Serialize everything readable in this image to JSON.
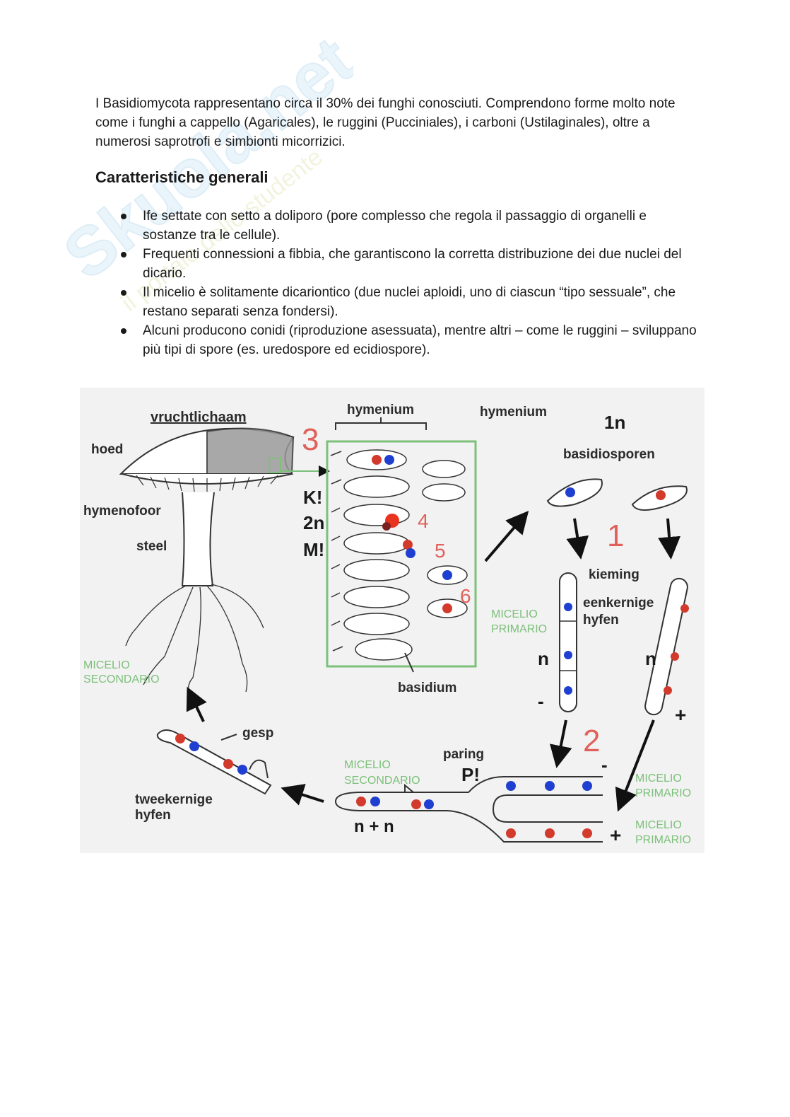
{
  "document": {
    "intro": "I Basidiomycota rappresentano circa il 30% dei funghi conosciuti. Comprendono forme molto note come i funghi a cappello (Agaricales), le ruggini (Pucciniales), i carboni (Ustilaginales), oltre a numerosi saprotrofi e simbionti micorrizici.",
    "heading": "Caratteristiche generali",
    "bullets": [
      "Ife settate con setto a doliporo (pore complesso che regola il passaggio di organelli e sostanze tra le cellule).",
      "Frequenti connessioni a fibbia, che garantiscono la corretta distribuzione dei due nuclei del dicario.",
      "Il micelio è solitamente dicariontico (due nuclei aploidi, uno di ciascun “tipo sessuale”, che restano separati senza fondersi).",
      "Alcuni producono conidi (riproduzione asessuata), mentre altri – come le ruggini – sviluppano più tipi di spore (es. uredospore ed ecidiospore)."
    ]
  },
  "watermark": {
    "brand": "Skuola.net",
    "tagline": "il portale dello studente"
  },
  "diagram": {
    "labels": {
      "vruchtlichaam": "vruchtlichaam",
      "hoed": "hoed",
      "hymenofoor": "hymenofoor",
      "steel": "steel",
      "hymenium_a": "hymenium",
      "hymenium_b": "hymenium",
      "one_n": "1n",
      "basidiosporen": "basidiosporen",
      "k": "K!",
      "two_n": "2n",
      "m": "M!",
      "kieming": "kieming",
      "eenkernige": "eenkernige",
      "hyfen": "hyfen",
      "basidium": "basidium",
      "n_left": "n",
      "n_right": "n",
      "minus_left": "-",
      "plus_right": "+",
      "gesp": "gesp",
      "paring": "paring",
      "p": "P!",
      "tweekernige": "tweekernige",
      "hyfen2": "hyfen",
      "n_plus_n": "n + n",
      "minus_mating": "-",
      "plus_mating": "+"
    },
    "green_labels": {
      "micelio_secondario_left_1": "MICELIO",
      "micelio_secondario_left_2": "SECONDARIO",
      "micelio_primario_mid_1": "MICELIO",
      "micelio_primario_mid_2": "PRIMARIO",
      "micelio_secondario_bottom_1": "MICELIO",
      "micelio_secondario_bottom_2": "SECONDARIO",
      "micelio_primario_right_1": "MICELIO",
      "micelio_primario_right_2": "PRIMARIO",
      "micelio_primario_right2_1": "MICELIO",
      "micelio_primario_right2_2": "PRIMARIO"
    },
    "step_numbers": {
      "s1": "1",
      "s2": "2",
      "s3": "3",
      "s4": "4",
      "s5": "5",
      "s6": "6"
    },
    "colors": {
      "nucleus_blue": "#1f3fd0",
      "nucleus_red": "#d23a2c",
      "frame_green": "#7cc07a",
      "step_red": "#e0615a"
    }
  }
}
